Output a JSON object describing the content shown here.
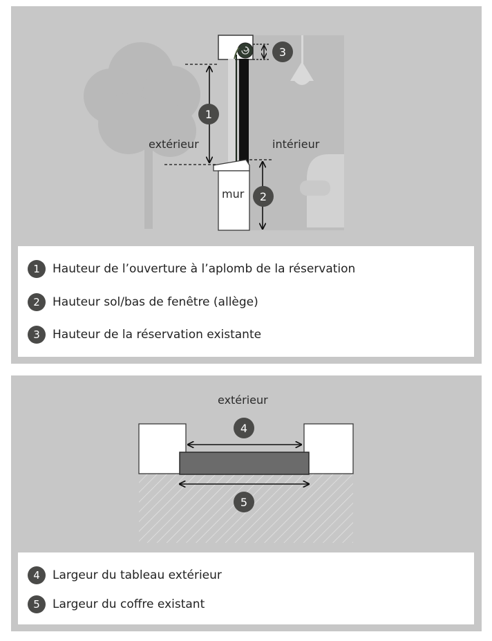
{
  "section1": {
    "labels": {
      "exterior": "extérieur",
      "interior": "intérieur",
      "wall": "mur"
    },
    "markers": [
      "1",
      "2",
      "3"
    ],
    "legend": [
      {
        "num": "1",
        "text": "Hauteur de l’ouverture à l’aplomb de la réservation"
      },
      {
        "num": "2",
        "text": "Hauteur sol/bas de fenêtre (allège)"
      },
      {
        "num": "3",
        "text": "Hauteur de la réservation existante"
      }
    ]
  },
  "section2": {
    "labels": {
      "exterior": "extérieur"
    },
    "markers": [
      "4",
      "5"
    ],
    "legend": [
      {
        "num": "4",
        "text": "Largeur du tableau extérieur"
      },
      {
        "num": "5",
        "text": "Largeur du coffre existant"
      }
    ]
  },
  "colors": {
    "panel": "#c7c7c7",
    "badge": "#4a4a48",
    "legend_bg": "#ffffff"
  }
}
